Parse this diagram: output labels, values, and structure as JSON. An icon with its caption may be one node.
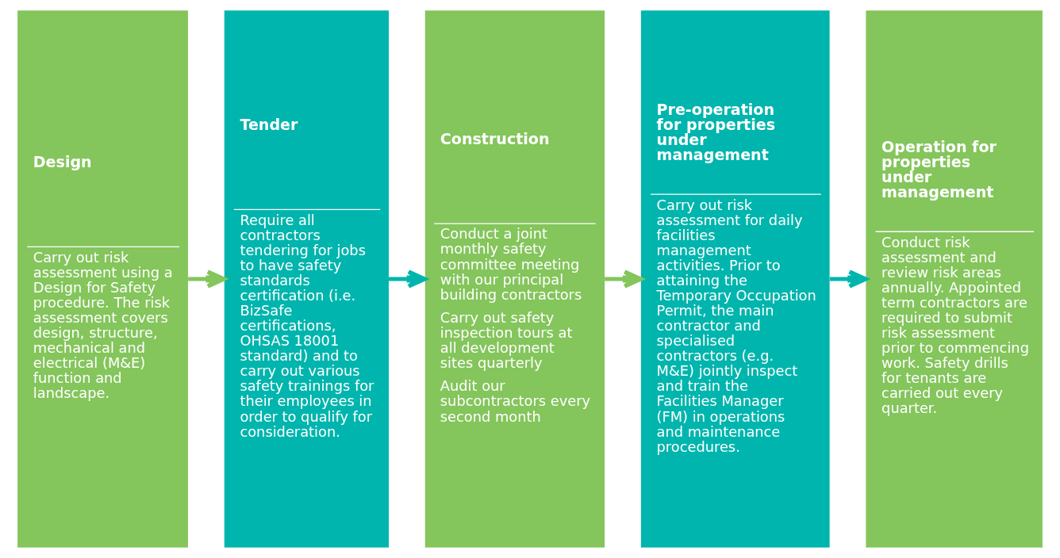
{
  "diagram": {
    "nodes": [
      {
        "text": [
          "Design",
          "Carry out risk assessment using a Design for Safety procedure. The risk assessment covers design, structure, mechanical and electrical (M&E) function and landscape."
        ]
      },
      {
        "text": [
          "Tender",
          "Require all contractors tendering for jobs to have safety standards certification (i.e. BizSafe certifications, OHSAS 18001 standard) and to carry out various safety trainings for their employees in order to qualify for consideration."
        ]
      },
      {
        "text": [
          "Construction",
          "Conduct a joint monthly safety committee meeting with our principal building contractors",
          "Carry out safety inspection tours at all development sites quarterly",
          "Audit our subcontractors every second month"
        ]
      },
      {
        "text": [
          "Pre-operation for properties under management",
          "Carry out risk assessment for daily facilities management activities. Prior to attaining the Temporary Occupation Permit, the main contractor and specialised contractors (e.g. M&E) jointly inspect and train the Facilities Manager (FM) in operations and maintenance procedures."
        ]
      },
      {
        "text": [
          "Operation for properties under management",
          "Conduct risk assessment and review risk areas annually. Appointed term contractors are required to submit risk assessment prior to commencing work. Safety drills for tenants are carried out every quarter."
        ]
      }
    ],
    "edges": [
      {
        "from": 0,
        "to": 1,
        "arrow": "to",
        "color": "#84c55c"
      },
      {
        "from": 1,
        "to": 2,
        "arrow": "to",
        "color": "#00b5ad"
      },
      {
        "from": 2,
        "to": 3,
        "arrow": "to",
        "color": "#84c55c"
      },
      {
        "from": 3,
        "to": 4,
        "arrow": "to",
        "color": "#00b5ad"
      }
    ]
  }
}
